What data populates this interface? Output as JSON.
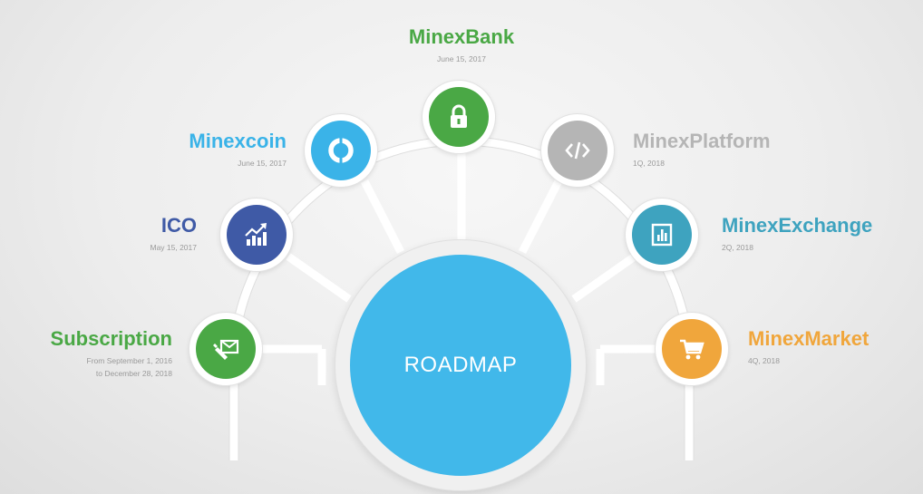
{
  "hub": {
    "label": "ROADMAP",
    "color": "#41b8ea"
  },
  "milestones": [
    {
      "id": "subscription",
      "name": "Subscription",
      "date_lines": [
        "From September 1, 2016",
        "to December 28, 2018"
      ],
      "color": "#4aa845",
      "icon": "pen-envelope-icon"
    },
    {
      "id": "ico",
      "name": "ICO",
      "date_lines": [
        "May 15, 2017"
      ],
      "color": "#3f5aa6",
      "icon": "growth-chart-icon"
    },
    {
      "id": "minexcoin",
      "name": "Minexcoin",
      "date_lines": [
        "June 15, 2017"
      ],
      "color": "#3ab3e8",
      "icon": "coin-ring-icon"
    },
    {
      "id": "minexbank",
      "name": "MinexBank",
      "date_lines": [
        "June 15, 2017"
      ],
      "color": "#4aa845",
      "icon": "padlock-icon"
    },
    {
      "id": "minexplatform",
      "name": "MinexPlatform",
      "date_lines": [
        "1Q, 2018"
      ],
      "color": "#b5b5b5",
      "icon": "code-icon"
    },
    {
      "id": "minexexchange",
      "name": "MinexExchange",
      "date_lines": [
        "2Q, 2018"
      ],
      "color": "#3ea3bf",
      "icon": "bar-chart-icon"
    },
    {
      "id": "minexmarket",
      "name": "MinexMarket",
      "date_lines": [
        "4Q, 2018"
      ],
      "color": "#f0a63c",
      "icon": "shopping-cart-icon"
    }
  ]
}
